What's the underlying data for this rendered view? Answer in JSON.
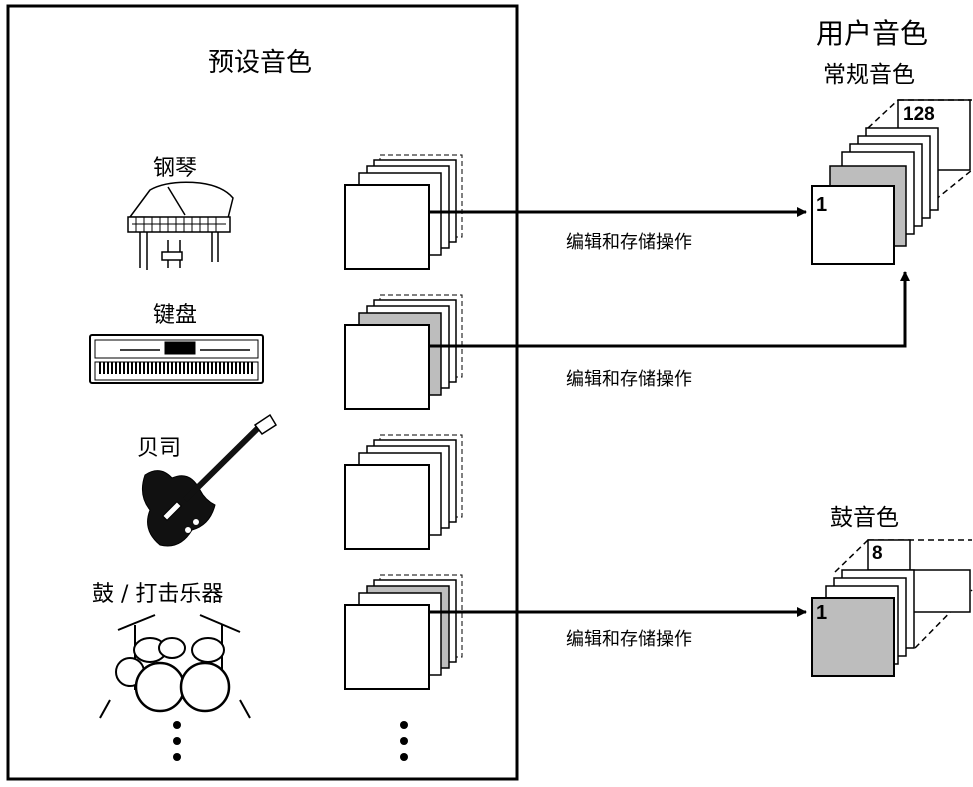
{
  "preset_title": "预设音色",
  "user_title": "用户音色",
  "user_subtitle": "常规音色",
  "drum_title": "鼓音色",
  "instruments": [
    {
      "label": "钢琴",
      "icon": "grand-piano-icon"
    },
    {
      "label": "键盘",
      "icon": "keyboard-synth-icon"
    },
    {
      "label": "贝司",
      "icon": "bass-guitar-icon"
    },
    {
      "label": "鼓 / 打击乐器",
      "icon": "drum-kit-icon"
    }
  ],
  "operation_label": "编辑和存储操作",
  "user_stack": {
    "first": "1",
    "last": "128"
  },
  "drum_stack": {
    "first": "1",
    "last": "8"
  },
  "colors": {
    "highlight_gray": "#bdbdbd",
    "line": "#000000",
    "background": "#ffffff"
  }
}
